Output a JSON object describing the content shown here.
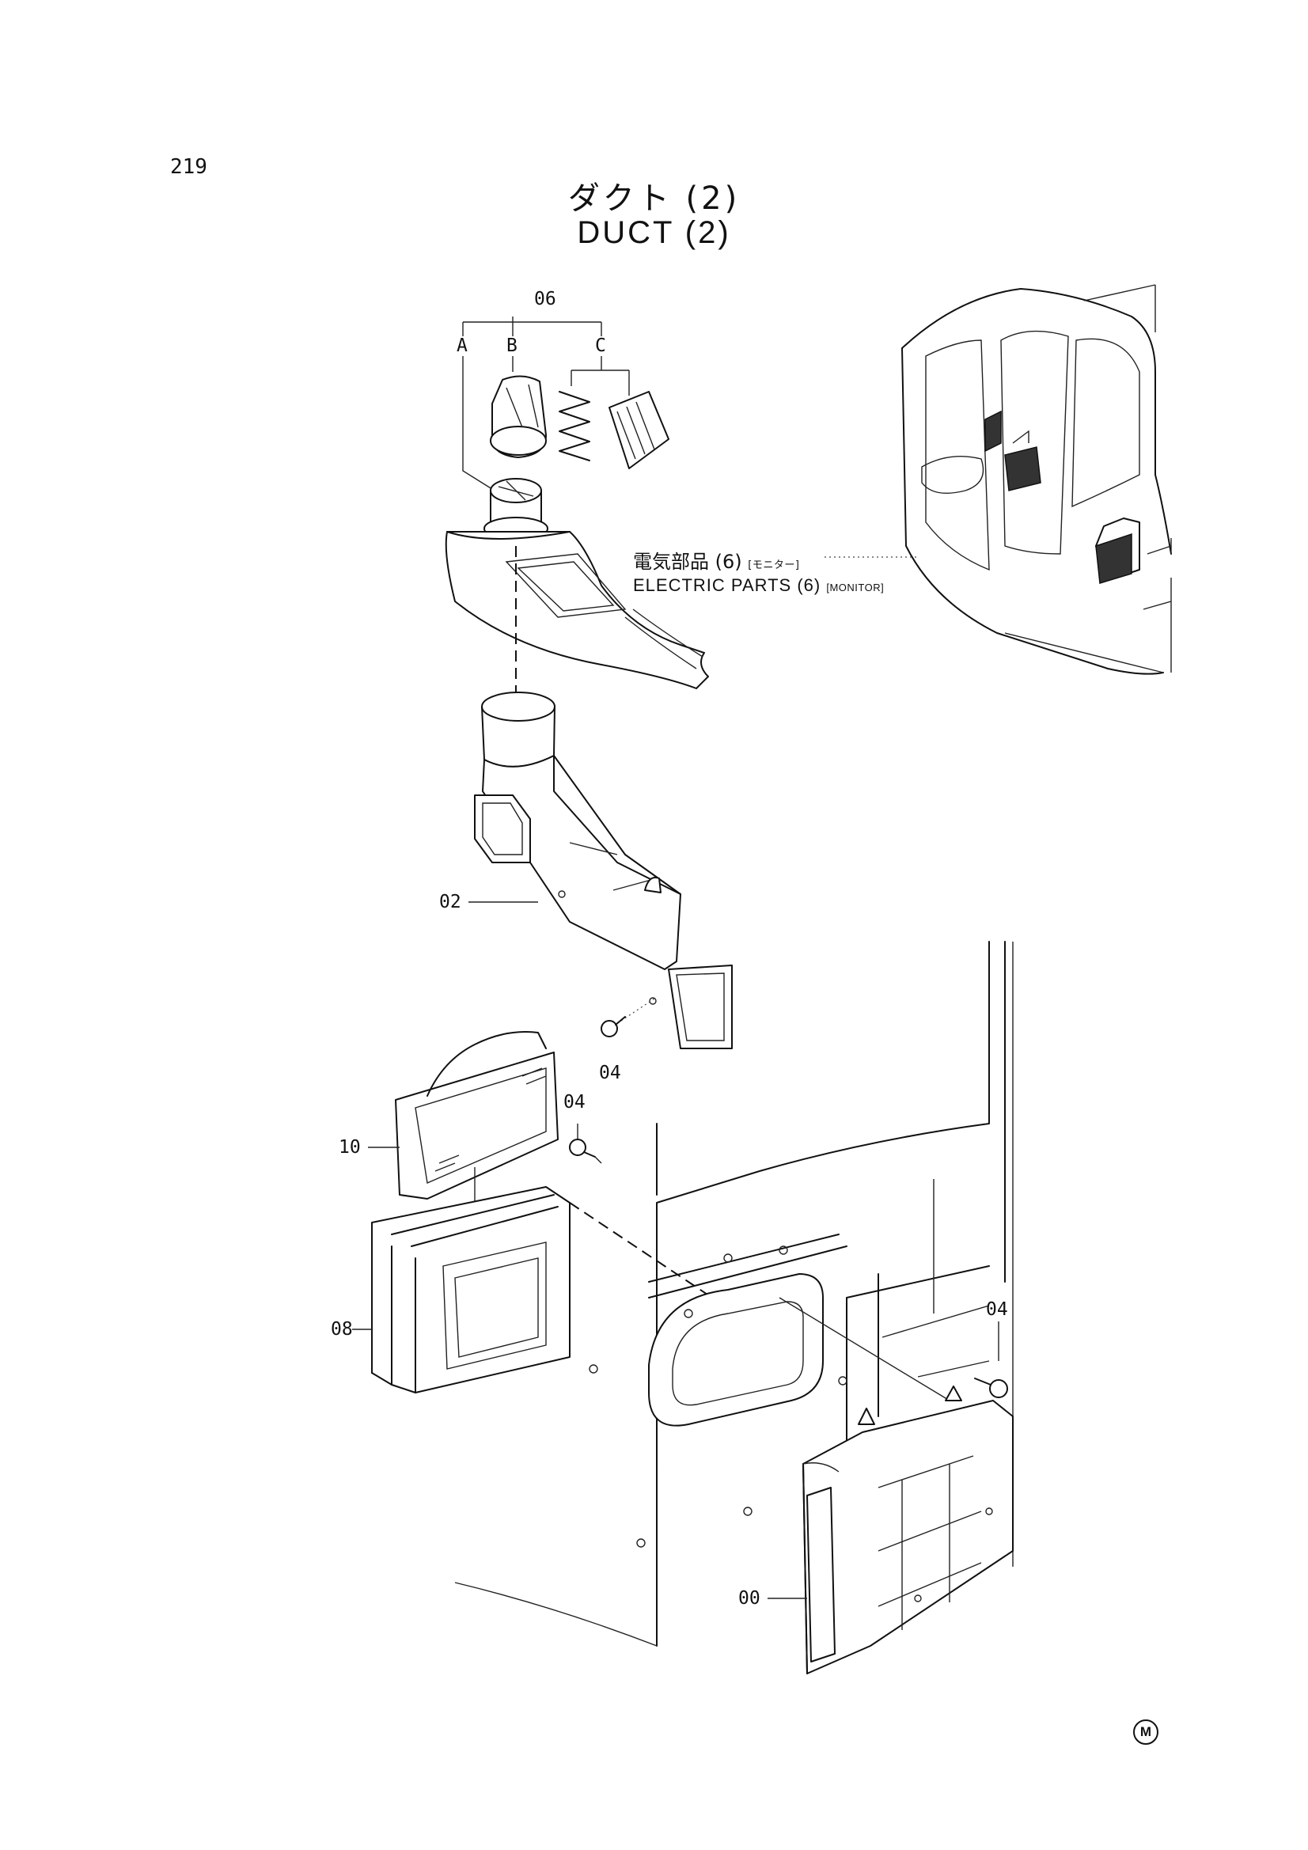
{
  "page": {
    "number": "219"
  },
  "title": {
    "japanese": "ダクト (2)",
    "english": "DUCT (2)"
  },
  "callouts": {
    "c06": "06",
    "c06a": "A",
    "c06b": "B",
    "c06c": "C",
    "c02": "02",
    "c04_top": "04",
    "c04_mid": "04",
    "c04_right": "04",
    "c10": "10",
    "c08": "08",
    "c00": "00"
  },
  "reference": {
    "japanese": "電気部品 (6)",
    "japanese_sub": "[モニター]",
    "english": "ELECTRIC PARTS (6)",
    "english_sub": "[MONITOR]"
  },
  "model_mark": "M",
  "colors": {
    "line": "#111111",
    "background": "#ffffff"
  }
}
